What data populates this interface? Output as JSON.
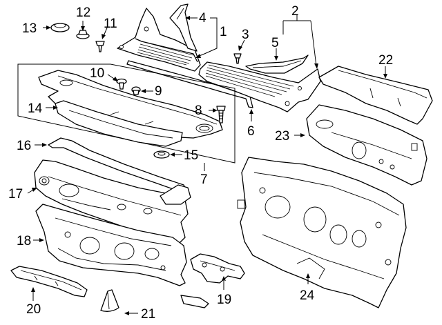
{
  "diagram": {
    "callouts": [
      {
        "id": "1",
        "text": "1"
      },
      {
        "id": "2",
        "text": "2"
      },
      {
        "id": "3",
        "text": "3"
      },
      {
        "id": "4",
        "text": "4"
      },
      {
        "id": "5",
        "text": "5"
      },
      {
        "id": "6",
        "text": "6"
      },
      {
        "id": "7",
        "text": "7"
      },
      {
        "id": "8",
        "text": "8"
      },
      {
        "id": "9",
        "text": "9"
      },
      {
        "id": "10",
        "text": "10"
      },
      {
        "id": "11",
        "text": "11"
      },
      {
        "id": "12",
        "text": "12"
      },
      {
        "id": "13",
        "text": "13"
      },
      {
        "id": "14",
        "text": "14"
      },
      {
        "id": "15",
        "text": "15"
      },
      {
        "id": "16",
        "text": "16"
      },
      {
        "id": "17",
        "text": "17"
      },
      {
        "id": "18",
        "text": "18"
      },
      {
        "id": "19",
        "text": "19"
      },
      {
        "id": "20",
        "text": "20"
      },
      {
        "id": "21",
        "text": "21"
      },
      {
        "id": "22",
        "text": "22"
      },
      {
        "id": "23",
        "text": "23"
      },
      {
        "id": "24",
        "text": "24"
      }
    ]
  }
}
